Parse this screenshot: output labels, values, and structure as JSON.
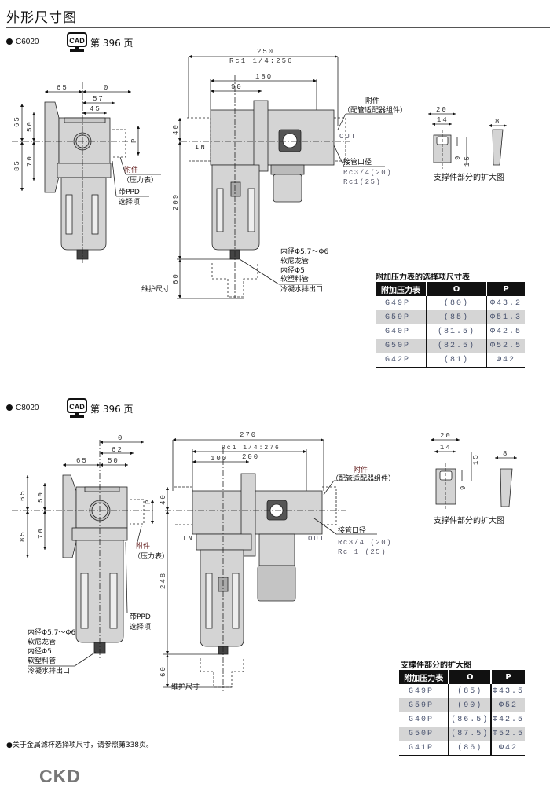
{
  "page_title": "外形尺寸图",
  "sections": [
    {
      "model": "C6020",
      "cad_label": "CAD",
      "page_ref": "第 396 页",
      "front": {
        "d65w": "65",
        "d0": "0",
        "d57": "57",
        "d45": "45",
        "d65h": "65",
        "d50": "50",
        "d85": "85",
        "d70": "70",
        "p": "P",
        "accessory1": "附件",
        "accessory2": "（压力表）",
        "ppd1": "带PPD",
        "ppd2": "选择项"
      },
      "side": {
        "d250": "250",
        "rc": "Rc1 1/4:256",
        "d180": "180",
        "d90": "90",
        "d40": "40",
        "d209": "209",
        "d60": "60",
        "in": "IN",
        "out": "OUT",
        "adapter1": "附件",
        "adapter2": "（配管适配器组件）",
        "port": "接管口径",
        "port1": "Rc3/4(20)",
        "port2": "Rc1(25)",
        "tube1": "内径Φ5.7～Φ6",
        "tube2": "软尼龙管",
        "tube3": "内径Φ5",
        "tube4": "软塑料管",
        "drain": "冷凝水排出口",
        "maint": "维护尺寸"
      },
      "bracket": {
        "d20": "20",
        "d14": "14",
        "d8": "8",
        "d9": "9",
        "d15": "15",
        "caption": "支撑件部分的扩大图"
      },
      "table": {
        "title": "附加压力表的选择项尺寸表",
        "headers": [
          "附加压力表",
          "O",
          "P"
        ],
        "rows": [
          [
            "G49P",
            "(80)",
            "Φ43.2"
          ],
          [
            "G59P",
            "(85)",
            "Φ51.3"
          ],
          [
            "G40P",
            "(81.5)",
            "Φ42.5"
          ],
          [
            "G50P",
            "(82.5)",
            "Φ52.5"
          ],
          [
            "G42P",
            "(81)",
            "Φ42"
          ]
        ]
      }
    },
    {
      "model": "C8020",
      "cad_label": "CAD",
      "page_ref": "第 396 页",
      "front": {
        "d65w": "65",
        "d0": "0",
        "d62": "62",
        "d50w": "50",
        "d65h": "65",
        "d50": "50",
        "d85": "85",
        "d70": "70",
        "p": "P",
        "accessory1": "附件",
        "accessory2": "（压力表）",
        "ppd1": "带PPD",
        "ppd2": "选择项",
        "tube1": "内径Φ5.7～Φ6",
        "tube2": "软尼龙管",
        "tube3": "内径Φ5",
        "tube4": "软塑料管",
        "drain": "冷凝水排出口"
      },
      "side": {
        "d270": "270",
        "rc": "Rc1 1/4:276",
        "d200": "200",
        "d100": "100",
        "d40": "40",
        "d248": "248",
        "d60": "60",
        "in": "IN",
        "out": "OUT",
        "adapter1": "附件",
        "adapter2": "（配管适配器组件）",
        "port": "接管口径",
        "port1": "Rc3/4 (20)",
        "port2": "Rc 1 (25)",
        "maint": "维护尺寸"
      },
      "bracket": {
        "d20": "20",
        "d14": "14",
        "d8": "8",
        "d9": "9",
        "d15": "15",
        "caption": "支撑件部分的扩大图"
      },
      "table": {
        "title": "支撑件部分的扩大图",
        "headers": [
          "附加压力表",
          "O",
          "P"
        ],
        "rows": [
          [
            "G49P",
            "(85)",
            "Φ43.5"
          ],
          [
            "G59P",
            "(90)",
            "Φ52"
          ],
          [
            "G40P",
            "(86.5)",
            "Φ42.5"
          ],
          [
            "G50P",
            "(87.5)",
            "Φ52.5"
          ],
          [
            "G41P",
            "(86)",
            "Φ42"
          ]
        ]
      }
    }
  ],
  "footnote": "●关于金属滤杯选择项尺寸，请参照第338页。",
  "brand": "CKD",
  "colors": {
    "body": "#d4d4d4",
    "outline": "#222222",
    "table_header": "#111111",
    "row_alt": "#d5d5d5"
  }
}
